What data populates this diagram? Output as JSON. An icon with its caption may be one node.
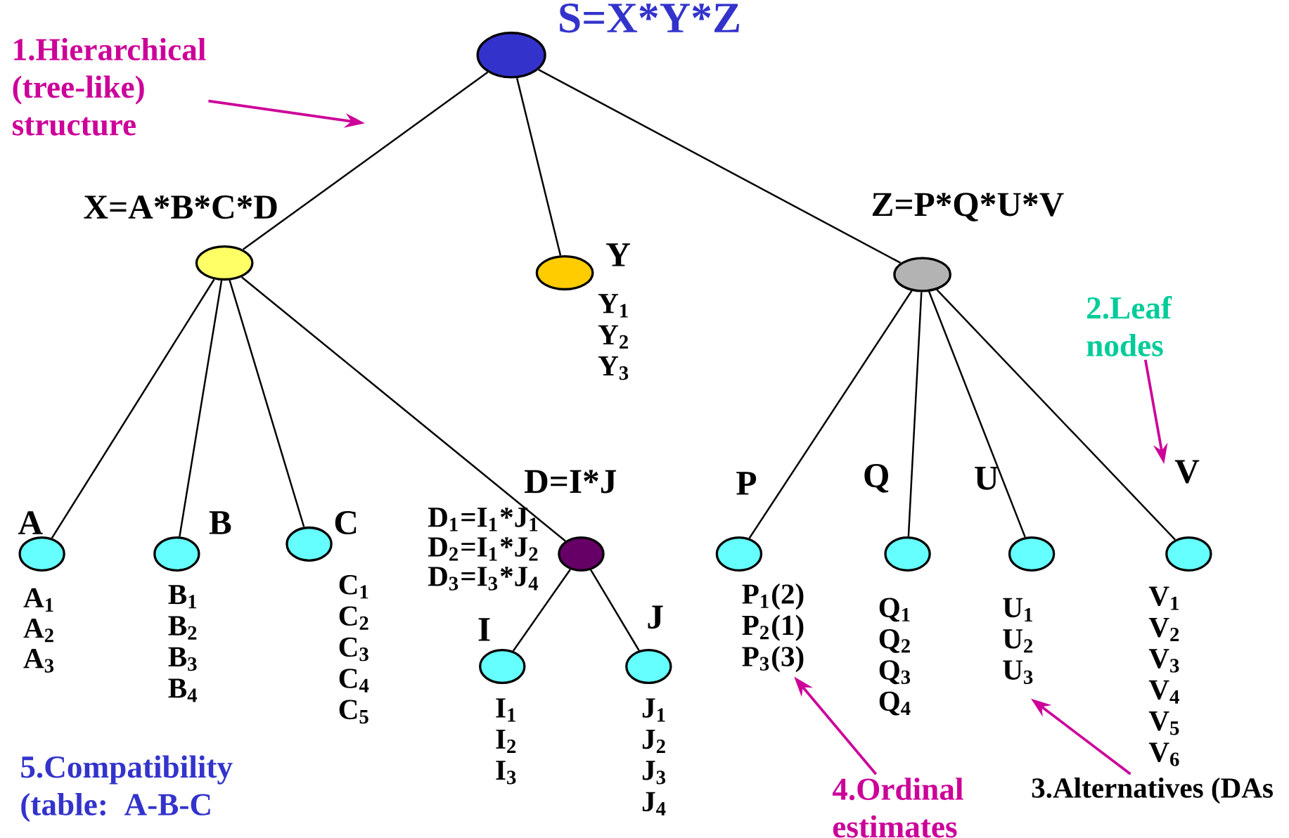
{
  "diagram": {
    "nodes": [
      {
        "text": [
          "S=X*Y*Z"
        ]
      },
      {
        "text": [
          "X=A*B*C*D"
        ]
      },
      {
        "text": [
          "Y"
        ],
        "beside": [
          "Y$_{1}$",
          "Y$_{2}$",
          "Y$_{3}$"
        ]
      },
      {
        "text": [
          "Z=P*Q*U*V"
        ]
      },
      {
        "text": [
          "A"
        ],
        "beside": [
          "A$_{1}$",
          "A$_{2}$",
          "A$_{3}$"
        ]
      },
      {
        "text": [
          "B"
        ],
        "beside": [
          "B$_{1}$",
          "B$_{2}$",
          "B$_{3}$",
          "B$_{4}$"
        ]
      },
      {
        "text": [
          "C"
        ],
        "beside": [
          "C$_{1}$",
          "C$_{2}$",
          "C$_{3}$",
          "C$_{4}$",
          "C$_{5}$"
        ]
      },
      {
        "text": [
          "D=I*J"
        ],
        "beside": [
          "D$_{1}$=I$_{1}$*J$_{1}$",
          "D$_{2}$=I$_{1}$*J$_{2}$",
          "D$_{3}$=I$_{3}$*J$_{4}$"
        ]
      },
      {
        "text": [
          "I"
        ],
        "beside": [
          "I$_{1}$",
          "I$_{2}$",
          "I$_{3}$"
        ]
      },
      {
        "text": [
          "J"
        ],
        "beside": [
          "J$_{1}$",
          "J$_{2}$",
          "J$_{3}$",
          "J$_{4}$"
        ]
      },
      {
        "text": [
          "P"
        ],
        "beside": [
          "P$_{1}$(2)",
          "P$_{2}$(1)",
          "P$_{3}$(3)"
        ]
      },
      {
        "text": [
          "Q"
        ],
        "beside": [
          "Q$_{1}$",
          "Q$_{2}$",
          "Q$_{3}$",
          "Q$_{4}$"
        ]
      },
      {
        "text": [
          "U"
        ],
        "beside": [
          "U$_{1}$",
          "U$_{2}$",
          "U$_{3}$"
        ]
      },
      {
        "text": [
          "V"
        ],
        "beside": [
          "V$_{1}$",
          "V$_{2}$",
          "V$_{3}$",
          "V$_{4}$",
          "V$_{5}$",
          "V$_{6}$"
        ]
      },
      {
        "text": [
          "1.Hierarchical (tree-like) structure"
        ]
      },
      {
        "text": [
          "2.Leaf nodes"
        ]
      },
      {
        "text": [
          "4.Ordinal estimates"
        ]
      },
      {
        "text": [
          "3.Alternatives (DAs"
        ]
      }
    ],
    "edges": [
      {
        "from": 0,
        "to": 1,
        "arrow": "none"
      },
      {
        "from": 0,
        "to": 2,
        "arrow": "none"
      },
      {
        "from": 0,
        "to": 3,
        "arrow": "none"
      },
      {
        "from": 1,
        "to": 4,
        "arrow": "none"
      },
      {
        "from": 1,
        "to": 5,
        "arrow": "none"
      },
      {
        "from": 1,
        "to": 6,
        "arrow": "none"
      },
      {
        "from": 1,
        "to": 7,
        "arrow": "none"
      },
      {
        "from": 7,
        "to": 8,
        "arrow": "none"
      },
      {
        "from": 7,
        "to": 9,
        "arrow": "none"
      },
      {
        "from": 3,
        "to": 10,
        "arrow": "none"
      },
      {
        "from": 3,
        "to": 11,
        "arrow": "none"
      },
      {
        "from": 3,
        "to": 12,
        "arrow": "none"
      },
      {
        "from": 3,
        "to": 13,
        "arrow": "none"
      },
      {
        "from": 14,
        "to": null,
        "arrow": "to",
        "color": "#cc0099"
      },
      {
        "from": 15,
        "to": 13,
        "arrow": "to",
        "color": "#cc0099"
      },
      {
        "from": 16,
        "to": 10,
        "arrow": "to",
        "color": "#cc0099"
      },
      {
        "from": 17,
        "to": null,
        "arrow": "to",
        "color": "#cc0099"
      }
    ],
    "labels": [
      "5.Compatibility (table: A-B-C"
    ]
  }
}
